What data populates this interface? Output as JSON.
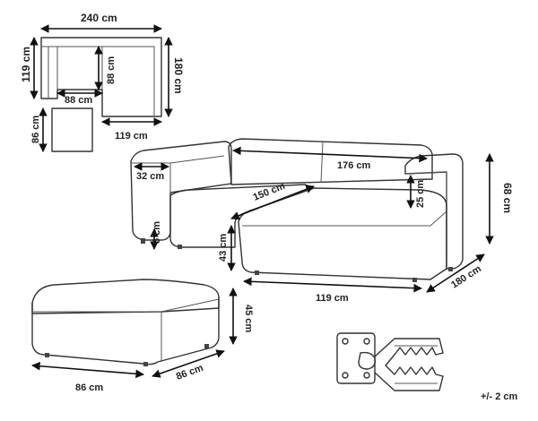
{
  "dimensions": {
    "plan_width": "240 cm",
    "plan_depth_left": "119 cm",
    "plan_depth_right": "180 cm",
    "plan_seat_depth": "88 cm",
    "plan_seat_width": "88 cm",
    "ottoman_plan_depth": "86 cm",
    "ottoman_plan_width": "119 cm",
    "arm_width": "32 cm",
    "back_width": "176 cm",
    "seat_diagonal": "150 cm",
    "back_cushion_height": "25 cm",
    "total_height": "68 cm",
    "leg_height": "5 cm",
    "seat_height": "43 cm",
    "chaise_length": "119 cm",
    "total_depth": "180 cm",
    "ottoman_height": "45 cm",
    "ottoman_width": "86 cm",
    "ottoman_depth": "86 cm"
  },
  "tolerance": "+/- 2 cm",
  "icons": [
    "arrow-icon",
    "connector-clip-icon"
  ]
}
